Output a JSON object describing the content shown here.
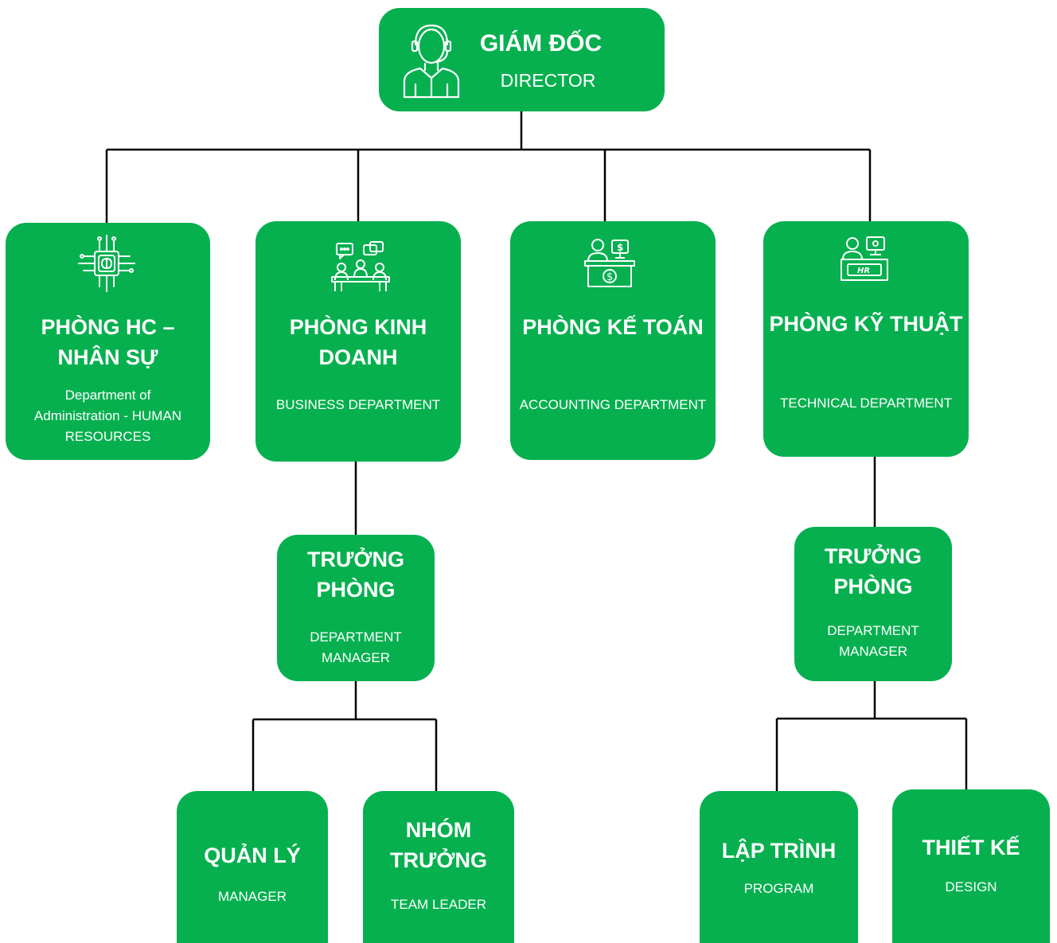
{
  "director": {
    "title": "GIÁM ĐỐC",
    "subtitle": "DIRECTOR",
    "icon": "person-headset-icon"
  },
  "departments": [
    {
      "title": "PHÒNG HC –\nNHÂN SỰ",
      "subtitle": "Department of\nAdministration - HUMAN\nRESOURCES",
      "icon": "ai-chip-brain-icon"
    },
    {
      "title": "PHÒNG KINH\nDOANH",
      "subtitle": "BUSINESS DEPARTMENT",
      "icon": "meeting-table-icon"
    },
    {
      "title": "PHÒNG KẾ TOÁN",
      "subtitle": "ACCOUNTING DEPARTMENT",
      "icon": "cashier-desk-icon"
    },
    {
      "title": "PHÒNG KỸ THUẬT",
      "subtitle": "TECHNICAL DEPARTMENT",
      "icon": "hr-desk-icon"
    }
  ],
  "business_manager": {
    "title": "TRƯỞNG\nPHÒNG",
    "subtitle": "DEPARTMENT\nMANAGER"
  },
  "technical_manager": {
    "title": "TRƯỞNG\nPHÒNG",
    "subtitle": "DEPARTMENT\nMANAGER"
  },
  "business_teams": [
    {
      "title": "QUẢN LÝ",
      "subtitle": "MANAGER"
    },
    {
      "title": "NHÓM\nTRƯỞNG",
      "subtitle": "TEAM LEADER"
    }
  ],
  "technical_teams": [
    {
      "title": "LẬP TRÌNH",
      "subtitle": "PROGRAM"
    },
    {
      "title": "THIẾT KẾ",
      "subtitle": "DESIGN"
    }
  ],
  "colors": {
    "box": "#06b04f",
    "text": "#ffffff",
    "line": "#000000"
  }
}
